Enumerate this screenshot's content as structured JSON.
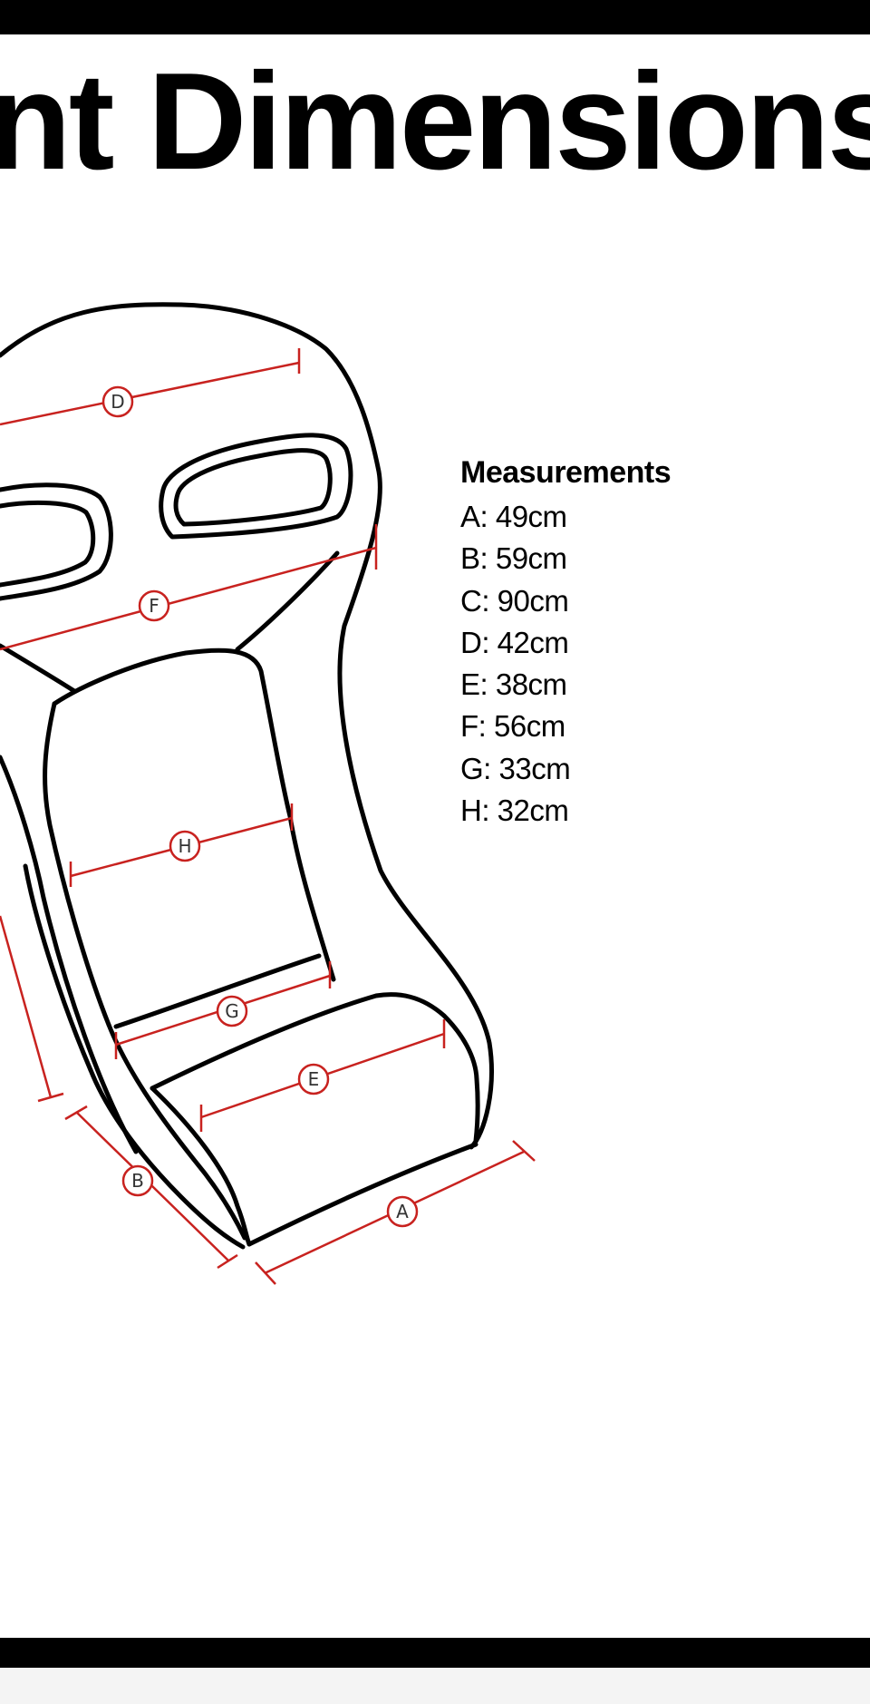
{
  "title": "nt Dimensions",
  "measurements": {
    "heading": "Measurements",
    "items": [
      {
        "letter": "A",
        "text": "A: 49cm"
      },
      {
        "letter": "B",
        "text": "B: 59cm"
      },
      {
        "letter": "C",
        "text": "C: 90cm"
      },
      {
        "letter": "D",
        "text": "D: 42cm"
      },
      {
        "letter": "E",
        "text": "E: 38cm"
      },
      {
        "letter": "F",
        "text": "F: 56cm"
      },
      {
        "letter": "G",
        "text": "G: 33cm"
      },
      {
        "letter": "H",
        "text": "H: 32cm"
      }
    ]
  },
  "diagram": {
    "labels": [
      "A",
      "B",
      "D",
      "E",
      "F",
      "G",
      "H"
    ],
    "outline_color": "#000000",
    "dimension_color": "#c8221f"
  }
}
